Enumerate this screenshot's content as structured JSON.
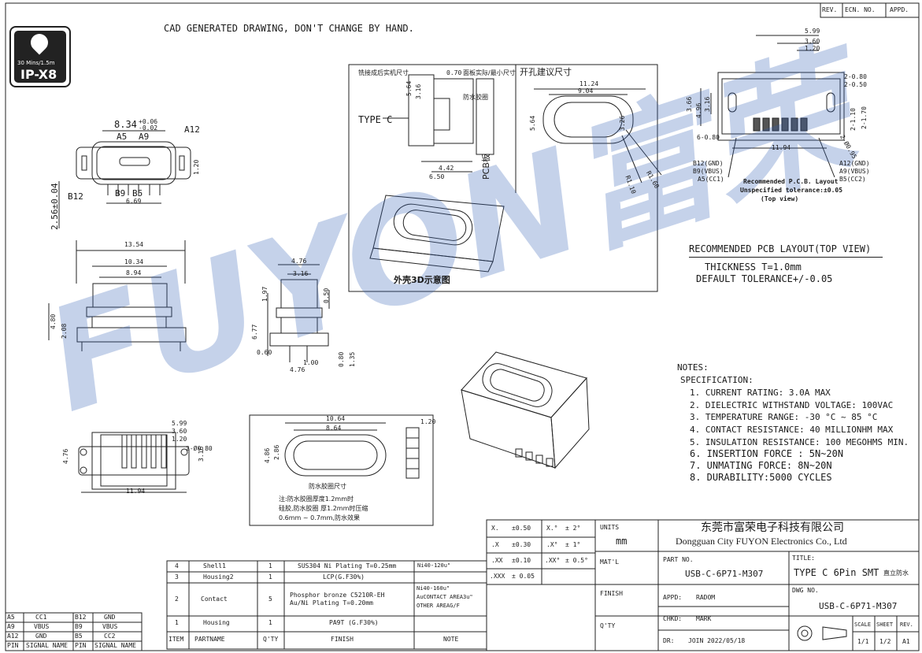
{
  "header": {
    "cad_note": "CAD GENERATED DRAWING, DON'T CHANGE BY HAND.",
    "ipx_badge": "IP-X8",
    "ipx_sub": "30 Mins/1.5m"
  },
  "revision": {
    "rev": "REV.",
    "ecn": "ECN. NO.",
    "appd": "APPD."
  },
  "watermark": "FUYON富荣",
  "front_view": {
    "dim_top": "8.34",
    "dim_top_tol_plus": "+0.06",
    "dim_top_tol_minus": "-0.02",
    "pins_top": [
      "A5",
      "A9",
      "A12"
    ],
    "pins_bottom": [
      "B12",
      "B9",
      "B5"
    ],
    "dim_bottom": "6.69",
    "dim_side": "1.20",
    "dim_height": "2.56±0.04"
  },
  "side_view_a": {
    "dim_width": "13.54",
    "dim_inner": "10.34",
    "dim_inner2": "8.94",
    "dim_h1": "4.80",
    "dim_h2": "2.08"
  },
  "side_view_b": {
    "dim_top": "4.76",
    "dim_top2": "3.16",
    "dim_h1": "1.97",
    "dim_h2": "6.77",
    "dim_h3": "0.50",
    "dim_bot1": "0.60",
    "dim_bot2": "1.00",
    "dim_bot3": "4.76",
    "dim_bot4": "0.80",
    "dim_bot5": "1.35"
  },
  "bottom_view": {
    "dim1": "5.99",
    "dim2": "3.60",
    "dim3": "1.20",
    "dim4": "2-Ø0.80",
    "dim_w": "11.94",
    "dim_h1": "4.76",
    "dim_h2": "3.16"
  },
  "section_view": {
    "title": "铣接成后实机尺寸",
    "type_label": "TYPE C",
    "pcb_label": "PCB板",
    "dim1": "0.70",
    "dim1_note": "面板实际/最小尺寸",
    "dim2": "5.64",
    "dim3": "3.16",
    "side_note": "防水胶圈",
    "dim4": "4.42",
    "dim5": "6.50"
  },
  "cutout_view": {
    "title": "开孔建议尺寸",
    "dim1": "11.24",
    "dim2": "9.04",
    "dim3": "5.64",
    "dim4": "3.26",
    "dim5": "R1.10",
    "dim6": "R1.60"
  },
  "view_3d_label": "外壳3D示意图",
  "pcb_layout": {
    "dim1": "5.99",
    "dim2": "3.60",
    "dim3": "1.20",
    "dim4": "2-0.80",
    "dim5": "2-0.50",
    "dim6": "4.96",
    "dim7": "3.66",
    "dim8": "3.16",
    "dim9": "6-0.80",
    "dim10": "11.94",
    "dim11": "2-1.10",
    "dim12": "2-1.70",
    "dim13": "2-Ø0.95",
    "pins_left": [
      "B12(GND)",
      "B9(VBUS)",
      "A5(CC1)"
    ],
    "pins_right": [
      "A12(GND)",
      "A9(VBUS)",
      "B5(CC2)"
    ],
    "layout_note1": "Recommended P.C.B. Layout",
    "layout_note2": "Unspecified tolerance:±0.05",
    "layout_note3": "(Top view)"
  },
  "pcb_notes": {
    "title": "RECOMMENDED PCB LAYOUT(TOP VIEW)",
    "thickness": "THICKNESS T=1.0mm",
    "tolerance": "DEFAULT TOLERANCE+/-0.05"
  },
  "notes": {
    "title": "NOTES:",
    "spec_title": "SPECIFICATION:",
    "items": [
      "1. CURRENT RATING: 3.0A MAX",
      "2. DIELECTRIC WITHSTAND VOLTAGE: 100VAC",
      "3. TEMPERATURE RANGE: -30 °C ~ 85 °C",
      "4. CONTACT RESISTANCE: 40 MILLIONHM MAX",
      "5. INSULATION RESISTANCE: 100 MEGOHMS MIN.",
      "6. INSERTION FORCE : 5N~20N",
      "7. UNMATING FORCE: 8N~20N",
      "8. DURABILITY:5000 CYCLES"
    ]
  },
  "gasket_view": {
    "dim1": "10.64",
    "dim2": "8.64",
    "dim3": "1.20",
    "dim4": "4.86",
    "dim5": "2.86",
    "title": "防水胶圈尺寸",
    "note1": "注:防水胶圈厚度1.2mm时",
    "note2": "硅胶,防水胶圈 厚1.2mm时压缩",
    "note3": "0.6mm ~ 0.7mm,防水效果"
  },
  "bom": {
    "headers": [
      "ITEM",
      "PARTNAME",
      "Q'TY",
      "FINISH",
      "NOTE"
    ],
    "rows": [
      {
        "item": "4",
        "part": "Shell1",
        "qty": "1",
        "finish": "SUS304  Ni  Plating  T=0.25mm",
        "note": "Ni40-120u\""
      },
      {
        "item": "3",
        "part": "Housing2",
        "qty": "1",
        "finish": "LCP(G.F30%)",
        "note": ""
      },
      {
        "item": "2",
        "part": "Contact",
        "qty": "5",
        "finish": "Phosphor bronze  C5210R-EH",
        "finish2": "Au/Ni  Plating   T=0.20mm",
        "note": "Ni40-160u\"",
        "note2": "AuCONTACT AREA3u\"",
        "note3": "OTHER AREAG/F"
      },
      {
        "item": "1",
        "part": "Housing",
        "qty": "1",
        "finish": "PA9T (G.F30%)",
        "note": ""
      }
    ]
  },
  "pin_table": {
    "rows": [
      [
        "A5",
        "CC1",
        "B12",
        "GND"
      ],
      [
        "A9",
        "VBUS",
        "B9",
        "VBUS"
      ],
      [
        "A12",
        "GND",
        "B5",
        "CC2"
      ],
      [
        "PIN",
        "SIGNAL NAME",
        "PIN",
        "SIGNAL NAME"
      ]
    ]
  },
  "tolerance": {
    "rows": [
      [
        "X.",
        "±0.50",
        "X.°",
        "± 2°"
      ],
      [
        ".X",
        "±0.30",
        ".X°",
        "± 1°"
      ],
      [
        ".XX",
        "±0.10",
        ".XX°",
        "± 0.5°"
      ],
      [
        ".XXX",
        "± 0.05",
        "",
        ""
      ]
    ]
  },
  "title_block": {
    "units_label": "UNITS",
    "units": "mm",
    "company_cn": "东莞市富荣电子科技有限公司",
    "company_en": "Dongguan City FUYON Electronics Co., Ltd",
    "matl_label": "MAT'L",
    "part_label": "PART NO.",
    "part_no": "USB-C-6P71-M307",
    "title_label": "TITLE:",
    "title": "TYPE C 6Pin  SMT",
    "title_cn": "直立防水",
    "finish_label": "FINISH",
    "appd_label": "APPD:",
    "appd": "RADOM",
    "dwg_label": "DWG NO.",
    "dwg_no": "USB-C-6P71-M307",
    "chkd_label": "CHKD:",
    "chkd": "MARK",
    "qty_label": "Q'TY",
    "dr_label": "DR:",
    "dr": "JOIN 2022/05/18",
    "scale_label": "SCALE",
    "scale": "1/1",
    "sheet_label": "SHEET",
    "sheet": "1/2",
    "rev_label": "REV.",
    "rev": "A1"
  }
}
